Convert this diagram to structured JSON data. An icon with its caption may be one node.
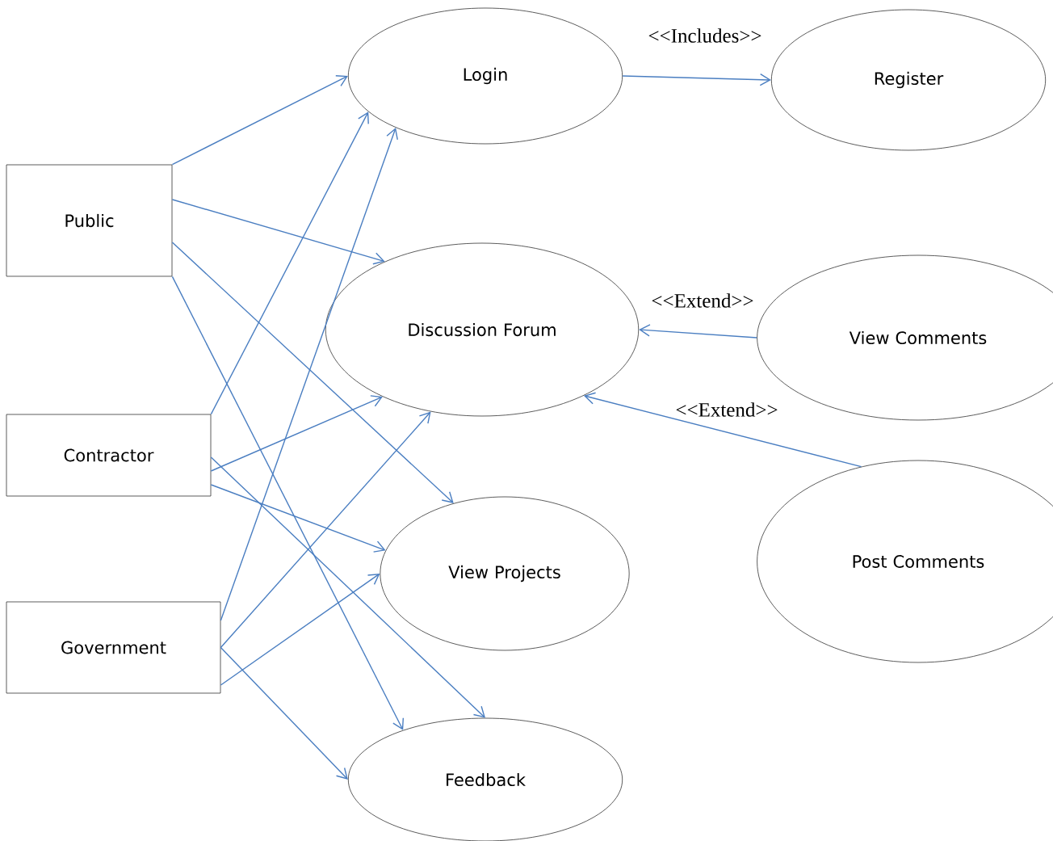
{
  "diagram": {
    "nodes": [
      {
        "text": [
          "Public"
        ]
      },
      {
        "text": [
          "Contractor"
        ]
      },
      {
        "text": [
          "Government"
        ]
      },
      {
        "text": [
          "Login"
        ]
      },
      {
        "text": [
          "Register"
        ]
      },
      {
        "text": [
          "Discussion Forum"
        ]
      },
      {
        "text": [
          "View Comments"
        ]
      },
      {
        "text": [
          "View Projects"
        ]
      },
      {
        "text": [
          "Post Comments"
        ]
      },
      {
        "text": [
          "Feedback"
        ]
      }
    ],
    "edges": [
      {
        "from": 0,
        "to": 3,
        "arrow": "to"
      },
      {
        "from": 0,
        "to": 5,
        "arrow": "to"
      },
      {
        "from": 0,
        "to": 7,
        "arrow": "to"
      },
      {
        "from": 0,
        "to": 9,
        "arrow": "to"
      },
      {
        "from": 1,
        "to": 3,
        "arrow": "to"
      },
      {
        "from": 1,
        "to": 5,
        "arrow": "to"
      },
      {
        "from": 1,
        "to": 7,
        "arrow": "to"
      },
      {
        "from": 1,
        "to": 9,
        "arrow": "to"
      },
      {
        "from": 2,
        "to": 3,
        "arrow": "to"
      },
      {
        "from": 2,
        "to": 5,
        "arrow": "to"
      },
      {
        "from": 2,
        "to": 7,
        "arrow": "to"
      },
      {
        "from": 2,
        "to": 9,
        "arrow": "to"
      },
      {
        "from": 3,
        "to": 4,
        "arrow": "to",
        "label": "<<Includes>>"
      },
      {
        "from": 6,
        "to": 5,
        "arrow": "to",
        "label": "<<Extend>>"
      },
      {
        "from": 8,
        "to": 5,
        "arrow": "to",
        "label": "<<Extend>>"
      }
    ]
  }
}
